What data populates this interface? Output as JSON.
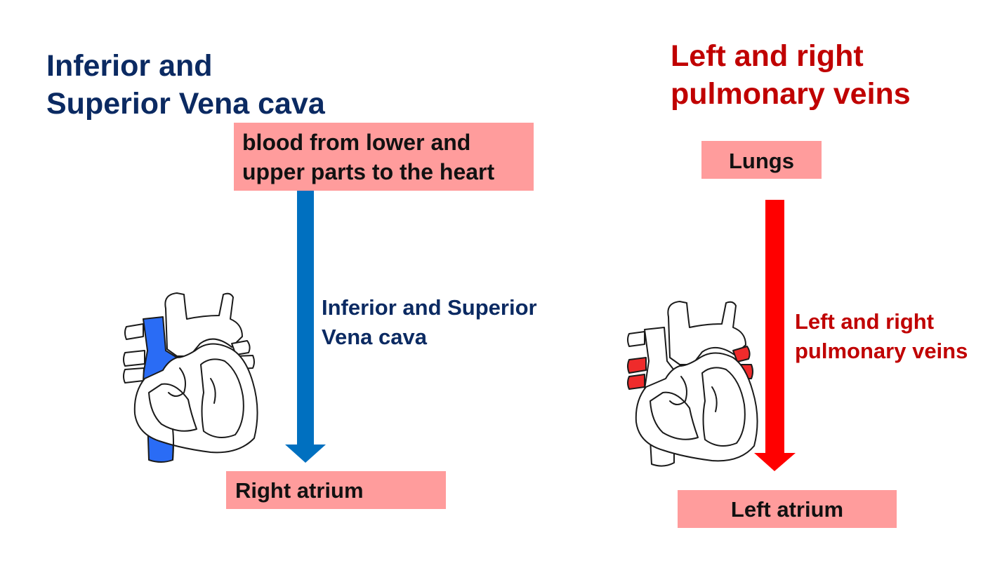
{
  "left_panel": {
    "title_lines": [
      "Inferior and",
      "Superior Vena cava"
    ],
    "source_lines": [
      "blood from lower and",
      "upper parts to the heart"
    ],
    "arrow_label_lines": [
      "Inferior and Superior",
      "Vena cava"
    ],
    "destination": "Right atrium",
    "arrow_color": "#0070c0",
    "vessel_highlight_color": "#2a6cf5"
  },
  "right_panel": {
    "title_lines": [
      "Left and right",
      "pulmonary veins"
    ],
    "source": "Lungs",
    "arrow_label_lines": [
      "Left and right",
      "pulmonary veins"
    ],
    "destination": "Left atrium",
    "arrow_color": "#ff0000",
    "vessel_highlight_color": "#ef2b2b"
  },
  "colors": {
    "box_fill": "#ff9c9c",
    "left_text": "#0b2a62",
    "right_text": "#c00000"
  }
}
